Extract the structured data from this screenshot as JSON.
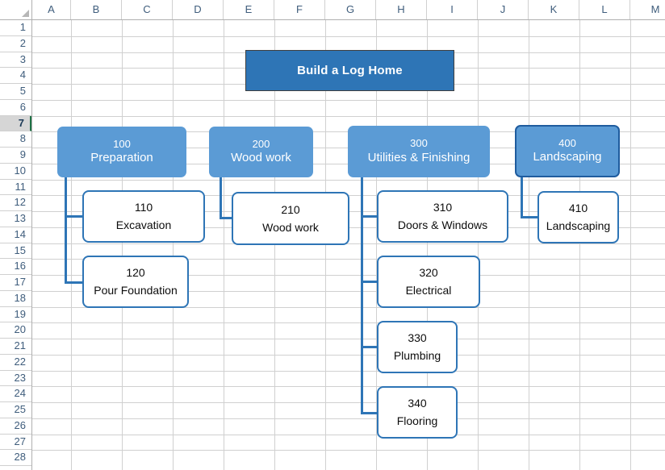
{
  "app": {
    "type": "spreadsheet",
    "name": "excel-worksheet"
  },
  "grid": {
    "column_headers": [
      "A",
      "B",
      "C",
      "D",
      "E",
      "F",
      "G",
      "H",
      "I",
      "J",
      "K",
      "L",
      "M"
    ],
    "row_headers": [
      "1",
      "2",
      "3",
      "4",
      "5",
      "6",
      "7",
      "8",
      "9",
      "10",
      "11",
      "12",
      "13",
      "14",
      "15",
      "16",
      "17",
      "18",
      "19",
      "20",
      "21",
      "22",
      "23",
      "24",
      "25",
      "26",
      "27",
      "28"
    ],
    "active_row": "7",
    "active_row_indicator_color": "#1e7145",
    "header_text_color": "#3f5d7c",
    "gridline_color": "#d0d0d0"
  },
  "colors": {
    "title_fill": "#2e75b6",
    "title_border": "#3f3f3f",
    "level1_fill": "#5b9bd5",
    "level1_selected_border": "#1f5c9e",
    "level2_fill": "#ffffff",
    "level2_border": "#2e75b6",
    "connector": "#2e75b6"
  },
  "chart_data": {
    "type": "diagram",
    "diagram_kind": "work-breakdown-structure",
    "title": "Build a Log Home",
    "nodes": [
      {
        "id": "root",
        "number": "",
        "label": "Build a Log Home",
        "level": 0,
        "selected": false
      },
      {
        "id": "100",
        "number": "100",
        "label": "Preparation",
        "level": 1,
        "selected": false
      },
      {
        "id": "200",
        "number": "200",
        "label": "Wood work",
        "level": 1,
        "selected": false
      },
      {
        "id": "300",
        "number": "300",
        "label": "Utilities & Finishing",
        "level": 1,
        "selected": false
      },
      {
        "id": "400",
        "number": "400",
        "label": "Landscaping",
        "level": 1,
        "selected": true
      },
      {
        "id": "110",
        "number": "110",
        "label": "Excavation",
        "level": 2,
        "parent": "100"
      },
      {
        "id": "120",
        "number": "120",
        "label": "Pour Foundation",
        "level": 2,
        "parent": "100"
      },
      {
        "id": "210",
        "number": "210",
        "label": "Wood work",
        "level": 2,
        "parent": "200"
      },
      {
        "id": "310",
        "number": "310",
        "label": "Doors & Windows",
        "level": 2,
        "parent": "300"
      },
      {
        "id": "320",
        "number": "320",
        "label": "Electrical",
        "level": 2,
        "parent": "300"
      },
      {
        "id": "330",
        "number": "330",
        "label": "Plumbing",
        "level": 2,
        "parent": "300"
      },
      {
        "id": "340",
        "number": "340",
        "label": "Flooring",
        "level": 2,
        "parent": "300"
      },
      {
        "id": "410",
        "number": "410",
        "label": "Landscaping",
        "level": 2,
        "parent": "400"
      }
    ]
  },
  "diagram": {
    "title": {
      "number": "",
      "label": "Build a Log Home"
    },
    "n100": {
      "number": "100",
      "label": "Preparation"
    },
    "n200": {
      "number": "200",
      "label": "Wood work"
    },
    "n300": {
      "number": "300",
      "label": "Utilities & Finishing"
    },
    "n400": {
      "number": "400",
      "label": "Landscaping"
    },
    "n110": {
      "number": "110",
      "label": "Excavation"
    },
    "n120": {
      "number": "120",
      "label": "Pour Foundation"
    },
    "n210": {
      "number": "210",
      "label": "Wood work"
    },
    "n310": {
      "number": "310",
      "label": "Doors & Windows"
    },
    "n320": {
      "number": "320",
      "label": "Electrical"
    },
    "n330": {
      "number": "330",
      "label": "Plumbing"
    },
    "n340": {
      "number": "340",
      "label": "Flooring"
    },
    "n410": {
      "number": "410",
      "label": "Landscaping"
    }
  }
}
